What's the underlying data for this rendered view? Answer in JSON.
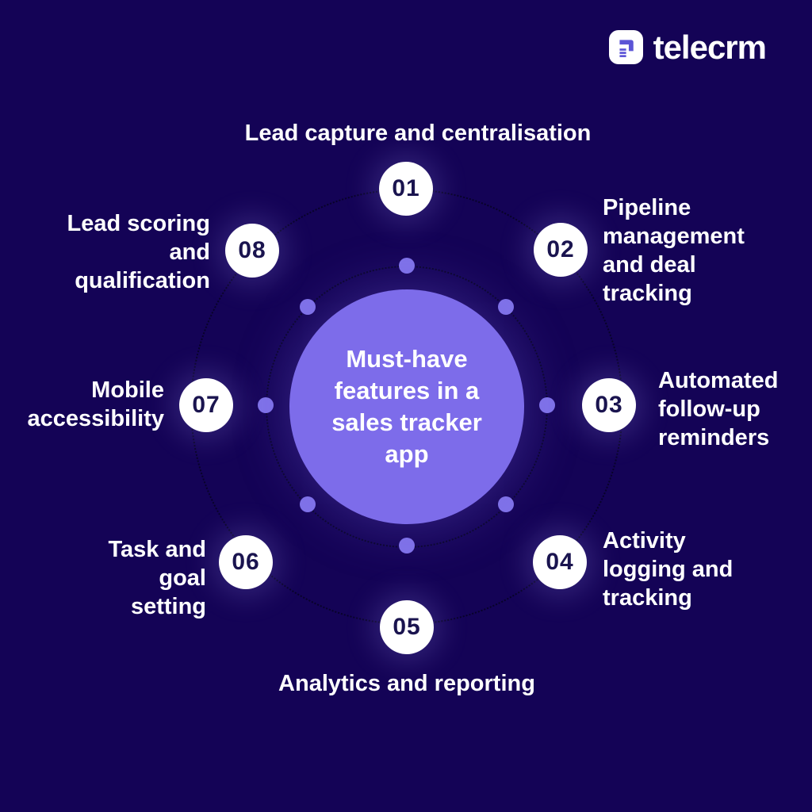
{
  "brand": {
    "name": "telecrm"
  },
  "center": {
    "title": "Must-have\nfeatures in a\nsales tracker\napp"
  },
  "items": [
    {
      "number": "01",
      "position": "top",
      "label": "Lead capture and centralisation"
    },
    {
      "number": "02",
      "position": "top-right",
      "label": "Pipeline\nmanagement\nand deal\ntracking"
    },
    {
      "number": "03",
      "position": "right",
      "label": "Automated\nfollow-up\nreminders"
    },
    {
      "number": "04",
      "position": "bottom-right",
      "label": "Activity\nlogging and\ntracking"
    },
    {
      "number": "05",
      "position": "bottom",
      "label": "Analytics and reporting"
    },
    {
      "number": "06",
      "position": "bottom-left",
      "label": "Task and\ngoal\nsetting"
    },
    {
      "number": "07",
      "position": "left",
      "label": "Mobile\naccessibility"
    },
    {
      "number": "08",
      "position": "top-left",
      "label": "Lead scoring\nand\nqualification"
    }
  ],
  "colors": {
    "background": "#140356",
    "center_circle": "#7d6cea",
    "connector_dot": "#7f72e8",
    "node_fill": "#ffffff",
    "node_number": "#1a144f",
    "label_text": "#ffffff",
    "logo_glyph": "#5b54d6"
  }
}
